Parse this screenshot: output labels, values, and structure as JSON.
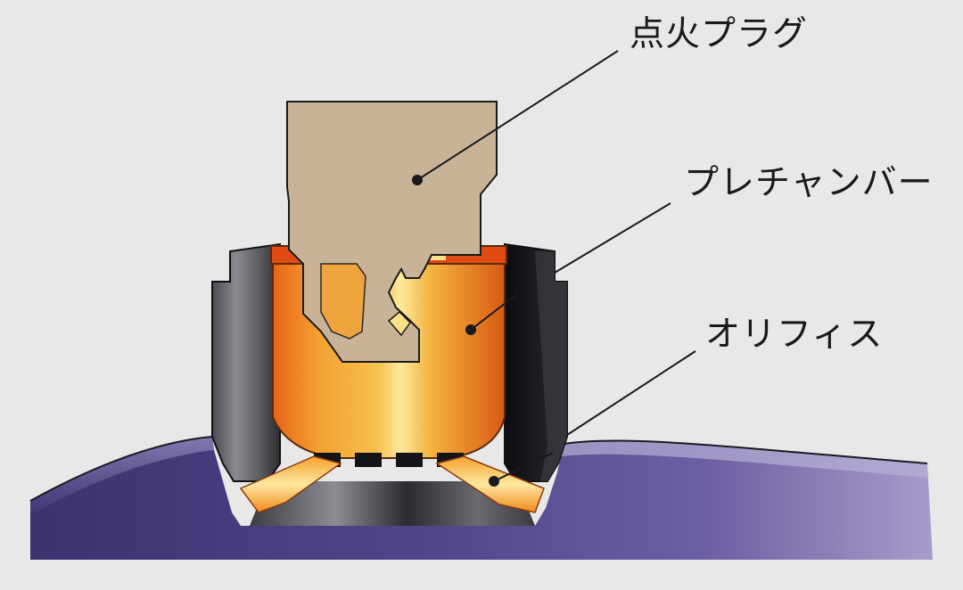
{
  "labels": {
    "spark_plug": "点火プラグ",
    "pre_chamber": "プレチャンバー",
    "orifice": "オリフィス"
  },
  "colors": {
    "background": "#e8e8e9",
    "spark_plug": "#c9b49a",
    "housing_dark": "#1d1d22",
    "housing_gray": "#6e6e72",
    "chamber_orange": "#f08a1c",
    "chamber_light": "#fbe08a",
    "head_purple": "#4a3f78",
    "leader_line": "#1a1a1a"
  }
}
